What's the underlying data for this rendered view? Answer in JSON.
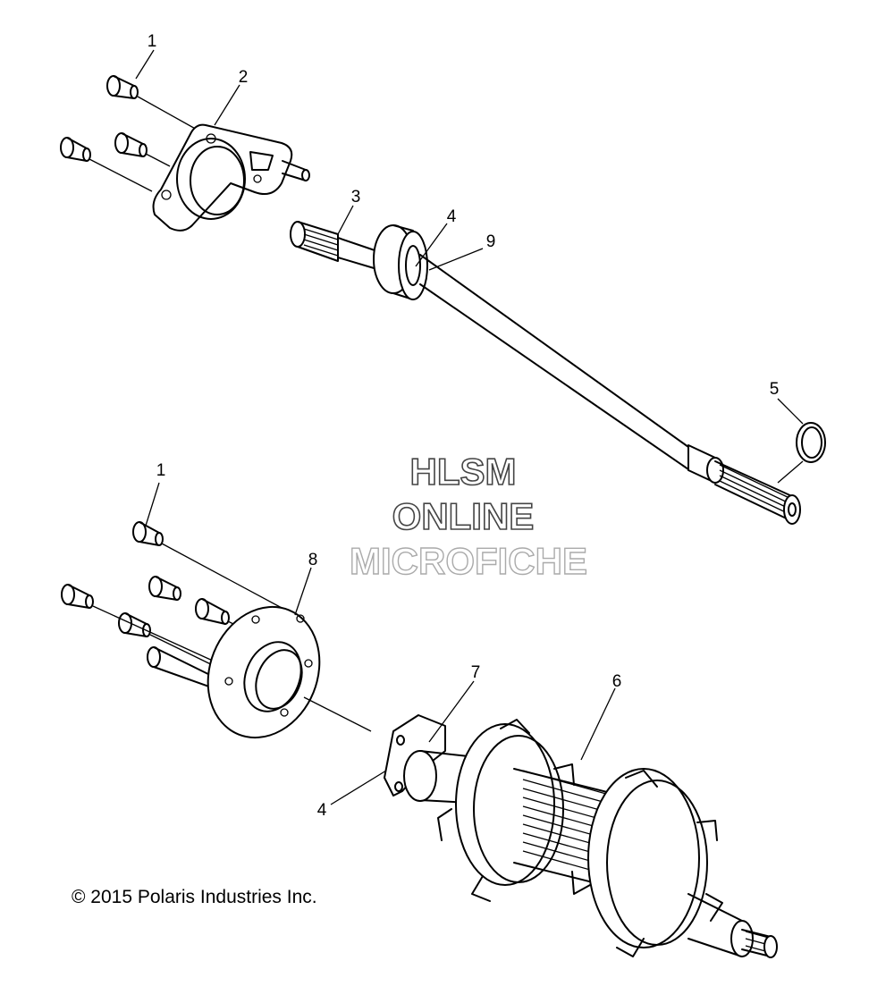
{
  "callouts": {
    "c1_top": "1",
    "c2": "2",
    "c3": "3",
    "c4_top": "4",
    "c9": "9",
    "c5": "5",
    "c1_bottom": "1",
    "c8": "8",
    "c7": "7",
    "c6": "6",
    "c4_bottom": "4"
  },
  "watermark": {
    "line1": "HLSM",
    "line2": "ONLINE",
    "line3": "MICROFICHE"
  },
  "copyright": "© 2015 Polaris Industries Inc."
}
